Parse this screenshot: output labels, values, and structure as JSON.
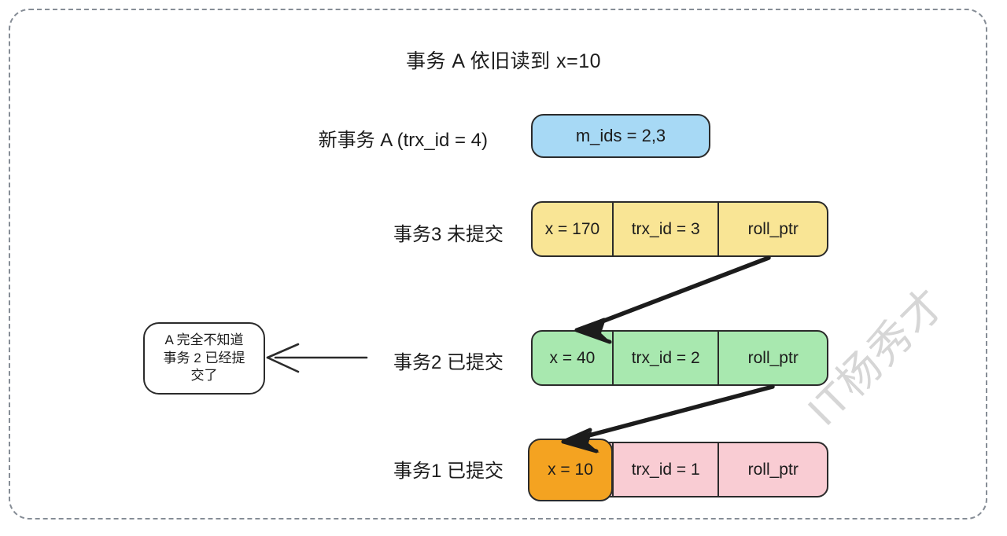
{
  "diagram": {
    "title": "事务 A 依旧读到 x=10",
    "watermark": "IT杨秀才",
    "colors": {
      "frame_border": "#868d96",
      "yellow_row": "#f9e595",
      "green_row": "#a8e8af",
      "pink_row": "#f9ccd3",
      "orange_highlight": "#f4a321",
      "blue_pill": "#a7d9f5",
      "stroke": "#2b2b2b"
    },
    "transaction_a": {
      "label": "新事务 A (trx_id = 4)",
      "m_ids_box": "m_ids = 2,3"
    },
    "rows": [
      {
        "label": "事务3 未提交",
        "cells": [
          "x = 170",
          "trx_id = 3",
          "roll_ptr"
        ],
        "color": "#f9e595",
        "highlighted": false
      },
      {
        "label": "事务2 已提交",
        "cells": [
          "x = 40",
          "trx_id = 2",
          "roll_ptr"
        ],
        "color": "#a8e8af",
        "highlighted": false
      },
      {
        "label": "事务1 已提交",
        "cells": [
          "x = 10",
          "trx_id = 1",
          "roll_ptr"
        ],
        "color": "#f9ccd3",
        "highlighted": true,
        "highlight_cell": "x = 10"
      }
    ],
    "note": {
      "lines": [
        "A 完全不知道",
        "事务 2 已经提",
        "交了"
      ]
    }
  }
}
